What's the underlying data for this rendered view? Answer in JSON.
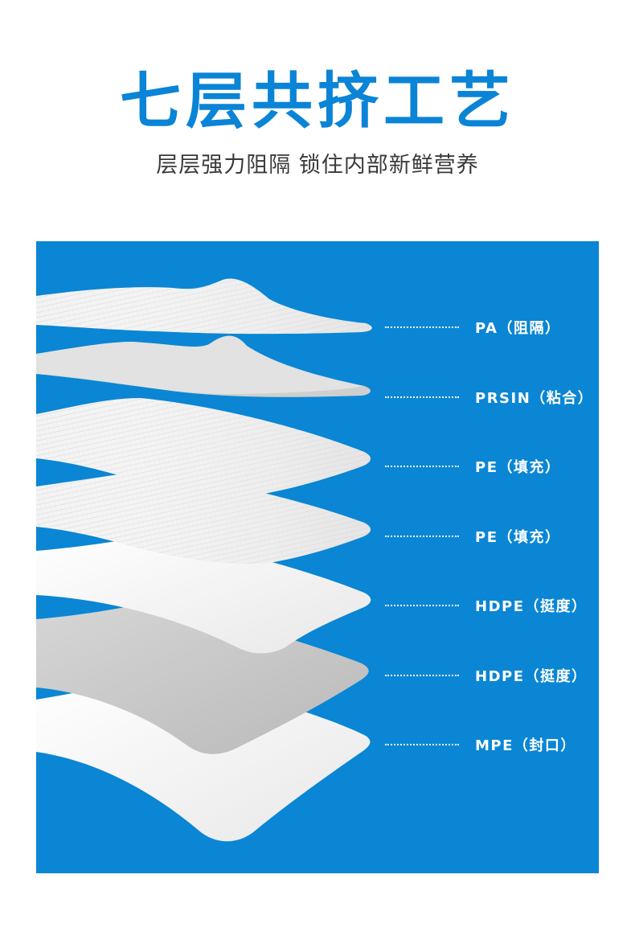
{
  "header": {
    "title": "七层共挤工艺",
    "subtitle": "层层强力阻隔 锁住内部新鲜营养"
  },
  "colors": {
    "accent": "#0a84d6",
    "panel": "#0a86d4",
    "layer_light": "#f3f3f3",
    "layer_grey": "#c9c9c9",
    "label_text": "#ffffff"
  },
  "layers": [
    {
      "label": "PA（阻隔）"
    },
    {
      "label": "PRSIN（粘合）"
    },
    {
      "label": "PE（填充）"
    },
    {
      "label": "PE（填充）"
    },
    {
      "label": "HDPE（挺度）"
    },
    {
      "label": "HDPE（挺度）"
    },
    {
      "label": "MPE（封口）"
    }
  ]
}
